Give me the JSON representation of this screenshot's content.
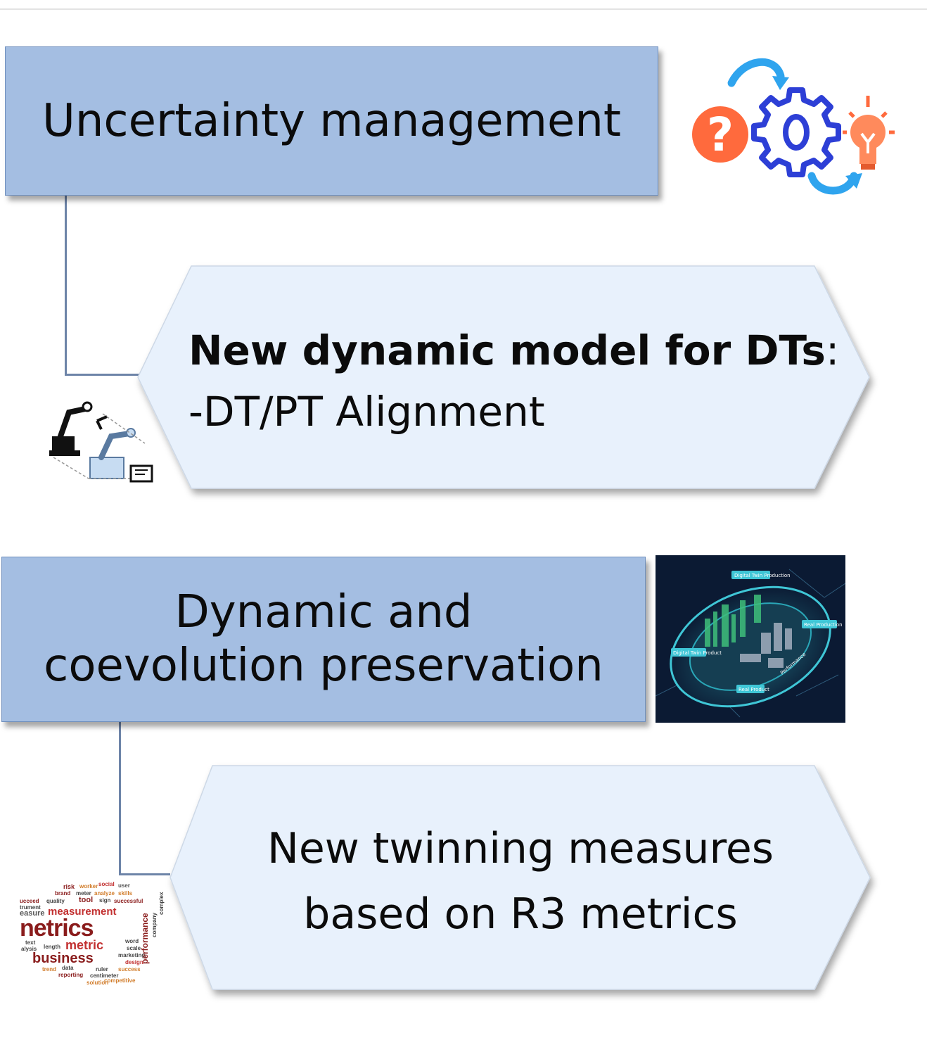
{
  "boxes": {
    "uncertainty": {
      "label": "Uncertainty management"
    },
    "dynamic": {
      "line1": "Dynamic and",
      "line2": "coevolution preservation"
    }
  },
  "hexagons": {
    "dt_model": {
      "title_bold": "New dynamic model for DTs",
      "title_suffix": ":",
      "bullet": "-DT/PT Alignment"
    },
    "twinning": {
      "line1": "New twinning measures",
      "line2": "based on R3 metrics"
    }
  },
  "icons": {
    "problem_solving": "question-gear-lightbulb-icon",
    "robot_arm": "robot-arm-icon",
    "question_mark": "?"
  },
  "images": {
    "digital_twin": {
      "labels": [
        "Digital Twin Production",
        "Real Production",
        "Digital Twin Product",
        "Real Product",
        "Performance"
      ]
    },
    "word_cloud": {
      "words": [
        "risk",
        "worker",
        "social",
        "user",
        "brand",
        "meter",
        "analyze",
        "skills",
        "ucceed",
        "quality",
        "tool",
        "sign",
        "successful",
        "trument",
        "easure",
        "measurement",
        "netrics",
        "text",
        "length",
        "metric",
        "word",
        "alysis",
        "scale",
        "business",
        "marketing",
        "design",
        "trend",
        "data",
        "ruler",
        "success",
        "reporting",
        "centimeter",
        "solution",
        "competitive",
        "performance",
        "company",
        "complex"
      ]
    }
  },
  "colors": {
    "box_fill": "#a4bee2",
    "hex_fill": "#e8f1fc",
    "connector": "#6d84a8",
    "question_orange": "#ff6a3d",
    "gear_blue": "#2d3fd6",
    "arrow_blue": "#2fa4ee"
  }
}
